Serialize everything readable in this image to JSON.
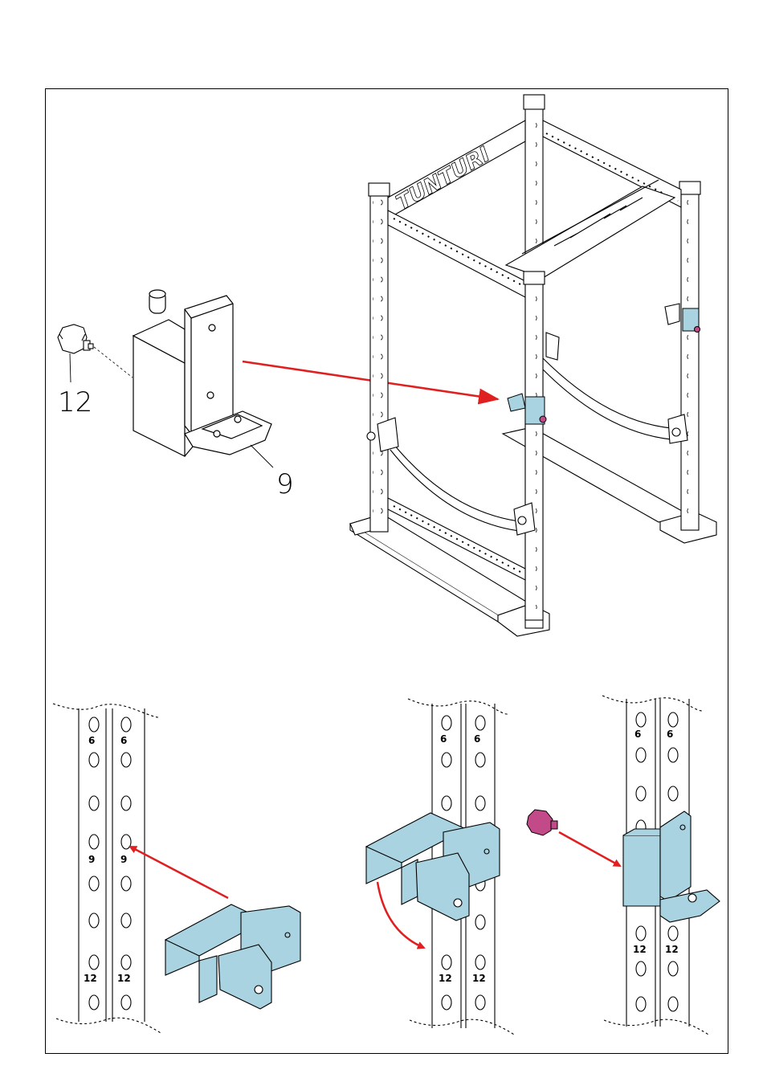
{
  "brand": "TUNTURI",
  "callouts": {
    "part_12": "12",
    "part_9": "9"
  },
  "hole_numbers": {
    "top": "6",
    "mid": "9",
    "bottom": "12"
  },
  "colors": {
    "arrow": "#e02020",
    "part_fill": "#a9d3e0",
    "knob": "#c24a88",
    "line": "#000000"
  }
}
